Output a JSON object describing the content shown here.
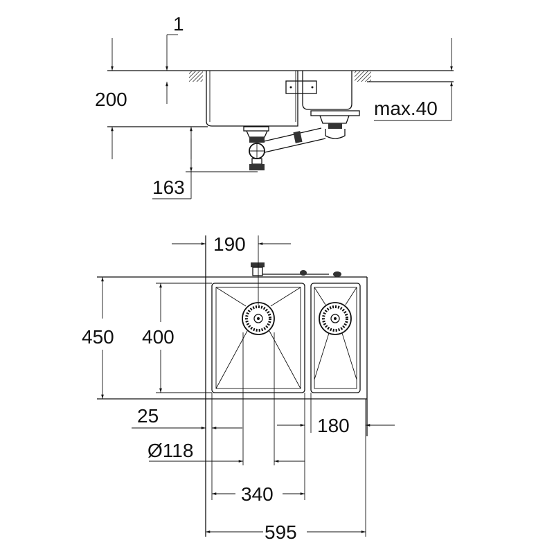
{
  "side_view": {
    "dim_thickness": "1",
    "dim_depth": "200",
    "dim_siphon": "163",
    "dim_counter": "max.40"
  },
  "plan_view": {
    "dim_drain_offset": "190",
    "dim_outer_depth": "450",
    "dim_bowl_depth": "400",
    "dim_edge": "25",
    "dim_drain_dia": "Ø118",
    "dim_small_bowl": "180",
    "dim_main_bowl": "340",
    "dim_overall": "595"
  },
  "colors": {
    "line": "#111111",
    "background": "#ffffff"
  }
}
